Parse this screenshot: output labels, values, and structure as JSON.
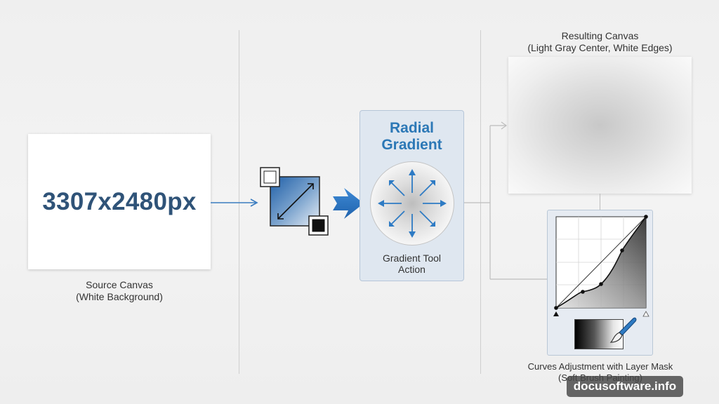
{
  "source": {
    "dimensions": "3307x2480px",
    "caption_line1": "Source Canvas",
    "caption_line2": "(White Background)"
  },
  "gradient_tool": {
    "title_line1": "Radial",
    "title_line2": "Gradient",
    "caption_line1": "Gradient Tool",
    "caption_line2": "Action"
  },
  "result": {
    "caption_line1": "Resulting Canvas",
    "caption_line2": "(Light Gray Center, White Edges)"
  },
  "curves": {
    "caption_line1": "Curves Adjustment with Layer Mask",
    "caption_line2": "(Soft Brush Painting)"
  },
  "watermark": "docusoftware.info",
  "colors": {
    "accent_blue": "#2c78b6",
    "dims_text": "#2f5378",
    "panel_bg": "#dfe7f0"
  },
  "icons": [
    "gradient-swatch-icon",
    "arrow-right-icon",
    "radial-arrows-icon",
    "paintbrush-icon"
  ]
}
